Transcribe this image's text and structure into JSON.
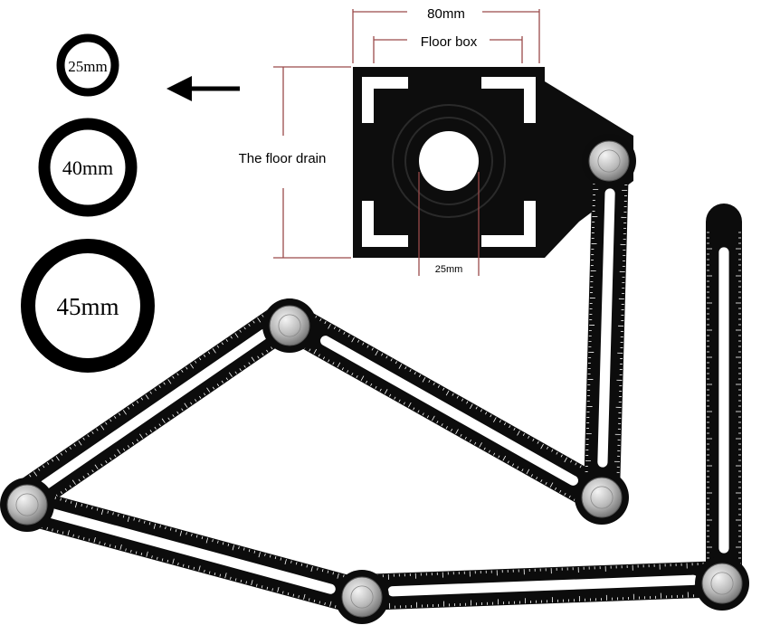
{
  "rings": [
    {
      "label": "25mm"
    },
    {
      "label": "40mm"
    },
    {
      "label": "45mm"
    }
  ],
  "dimensions": {
    "top_width": "80mm",
    "floor_box": "Floor box",
    "floor_drain": "The floor drain",
    "hole": "25mm"
  },
  "colors": {
    "ruler": "#0c0c0c",
    "slot": "#ffffff",
    "dimension_line": "#9a4a4a",
    "knob": "#c9c9c9"
  },
  "icons": [
    "arrow-left-icon",
    "knob-icon"
  ]
}
